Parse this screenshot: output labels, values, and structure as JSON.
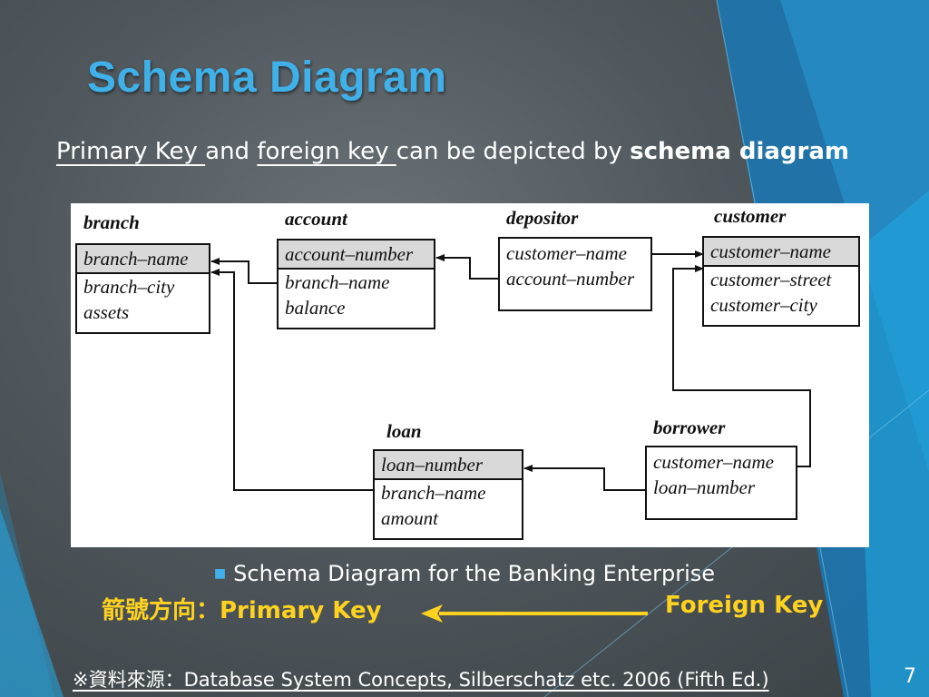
{
  "slide": {
    "title": "Schema Diagram",
    "subtitle": {
      "primary_key": "Primary Key ",
      "and": "and ",
      "foreign_key": "foreign key ",
      "middle": "can be depicted by ",
      "schema_diagram": "schema diagram"
    },
    "caption": "Schema Diagram for the Banking Enterprise",
    "legend": {
      "prefix": "箭號方向：Primary Key",
      "suffix": "Foreign Key"
    },
    "source": "※資料來源：Database System Concepts, Silberschatz etc. 2006 (Fifth Ed.)",
    "page_number": "7"
  },
  "schema": {
    "tables": [
      {
        "name": "branch",
        "primary_key": [
          "branch–name"
        ],
        "attributes": [
          "branch–city",
          "assets"
        ]
      },
      {
        "name": "account",
        "primary_key": [
          "account–number"
        ],
        "attributes": [
          "branch–name",
          "balance"
        ]
      },
      {
        "name": "depositor",
        "primary_key": [],
        "attributes": [
          "customer–name",
          "account–number"
        ]
      },
      {
        "name": "customer",
        "primary_key": [
          "customer–name"
        ],
        "attributes": [
          "customer–street",
          "customer–city"
        ]
      },
      {
        "name": "loan",
        "primary_key": [
          "loan–number"
        ],
        "attributes": [
          "branch–name",
          "amount"
        ]
      },
      {
        "name": "borrower",
        "primary_key": [],
        "attributes": [
          "customer–name",
          "loan–number"
        ]
      }
    ]
  },
  "colors": {
    "title": "#3fb0e8",
    "legend": "#ffd21f",
    "pk_fill": "#d9d9d9"
  }
}
